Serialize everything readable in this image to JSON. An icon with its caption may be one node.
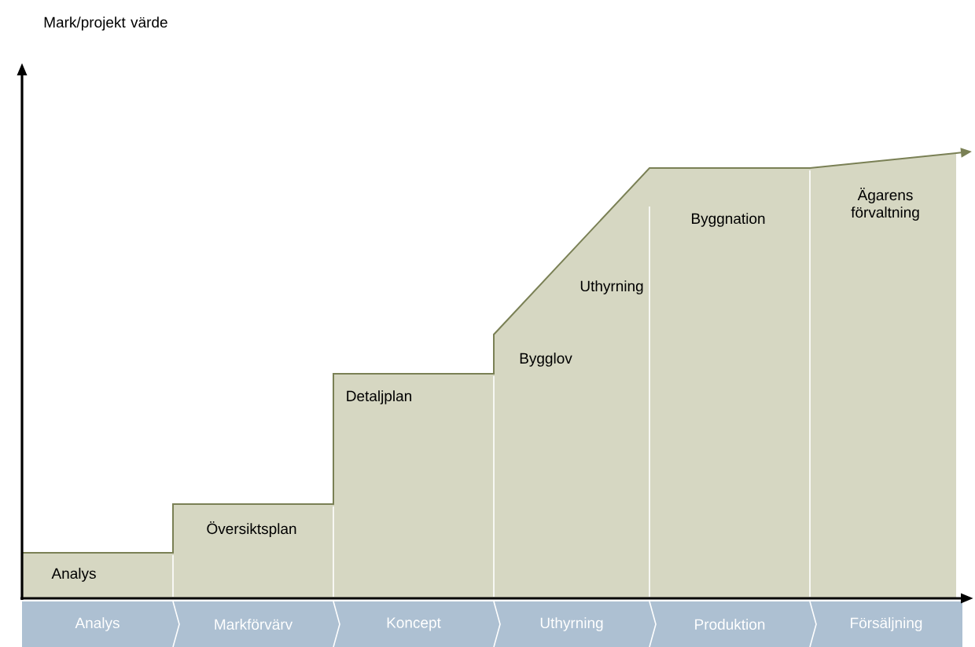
{
  "diagram": {
    "nodes": [
      {
        "text": [
          "Analys"
        ]
      },
      {
        "text": [
          "Markförvärv"
        ]
      },
      {
        "text": [
          "Koncept"
        ]
      },
      {
        "text": [
          "Uthyrning"
        ]
      },
      {
        "text": [
          "Produktion"
        ]
      },
      {
        "text": [
          "Försäljning"
        ]
      }
    ],
    "labels": [
      "Mark/projekt värde",
      "Ägarens förvaltning",
      "Byggnation",
      "Uthyrning",
      "Bygglov",
      "Detaljplan",
      "Översiktsplan",
      "Analys"
    ]
  }
}
